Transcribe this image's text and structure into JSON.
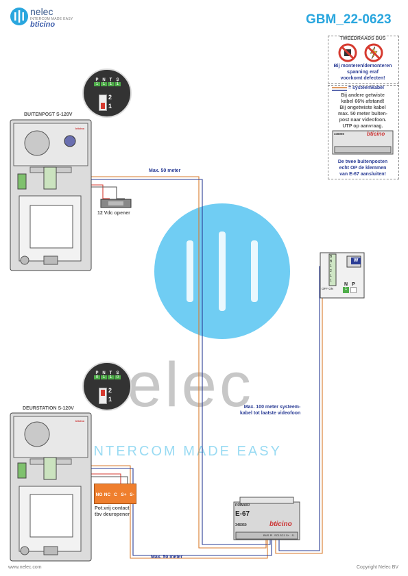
{
  "header": {
    "title": "GBM_22-0623",
    "brand_name": "nelec",
    "brand_tagline": "INTERCOM MADE EASY",
    "brand_partner": "bticino"
  },
  "watermark": {
    "text": "nelec",
    "tagline": "INTERCOM MADE EASY"
  },
  "panel": {
    "bus_title": "TWEEDRAADS BUS",
    "bus_warning_lines": [
      "Bij monteren/demonteren",
      "spanning eraf",
      "voorkomt defecten!"
    ],
    "cable_title": "= systeemkabel",
    "cable_lines": [
      "Bij andere getwiste",
      "kabel 66% afstand!",
      "Bij ongetwiste kabel",
      "max. 50 meter buiten-",
      "post naar videofoon.",
      "UTP op aanvraag."
    ],
    "module_code": "346050",
    "module_brand": "bticino",
    "module_note_lines": [
      "De twee buitenposten",
      "echt OP de klemmen",
      "van E-67 aansluiten!"
    ]
  },
  "outdoor1": {
    "label": "BUITENPOST S-120V",
    "switch_headers": [
      "P",
      "N",
      "T",
      "S"
    ],
    "switch_values": [
      "1",
      "1",
      "1",
      "1"
    ],
    "jumper_labels": [
      "2",
      "1"
    ],
    "maker": "bticino"
  },
  "outdoor2": {
    "label": "DEURSTATION S-120V",
    "switch_headers": [
      "P",
      "N",
      "T",
      "S"
    ],
    "switch_values": [
      "0",
      "1",
      "1",
      "0"
    ],
    "jumper_labels": [
      "2",
      "1"
    ],
    "maker": "bticino"
  },
  "lock": {
    "label": "12 Vdc opener"
  },
  "relay": {
    "terminals": [
      "NO",
      "NC",
      "C",
      "S+",
      "S-"
    ],
    "label_lines": [
      "Pot.vrij contact",
      "tbv deuropener"
    ]
  },
  "indoor": {
    "terminals": [
      "B",
      "B",
      "1",
      "2",
      "L",
      "1"
    ],
    "mode": "OFF ON",
    "switch_headers": [
      "N",
      "P"
    ],
    "switch_values": [
      "1",
      ""
    ],
    "badge": "W"
  },
  "power": {
    "label": "PRIMAIR",
    "name": "E-67",
    "code": "346050",
    "brand": "bticino",
    "terminals": [
      "BUS",
      "PI",
      "SC1",
      "SC1",
      "S+",
      "S-"
    ]
  },
  "distances": {
    "top": "Max. 50 meter",
    "bottom": "Max. 50 meter",
    "system_lines": [
      "Max. 100 meter systeem-",
      "kabel tot laatste videofoon"
    ]
  },
  "footer": {
    "website": "www.nelec.com",
    "copyright": "Copyright Nelec BV"
  },
  "colors": {
    "accent": "#29a6de",
    "navy": "#2a3c95",
    "wire_orange": "#d97a2b",
    "wire_red": "#d63a2f",
    "relay": "#ef7f2e",
    "switch_green": "#4fae4a"
  }
}
